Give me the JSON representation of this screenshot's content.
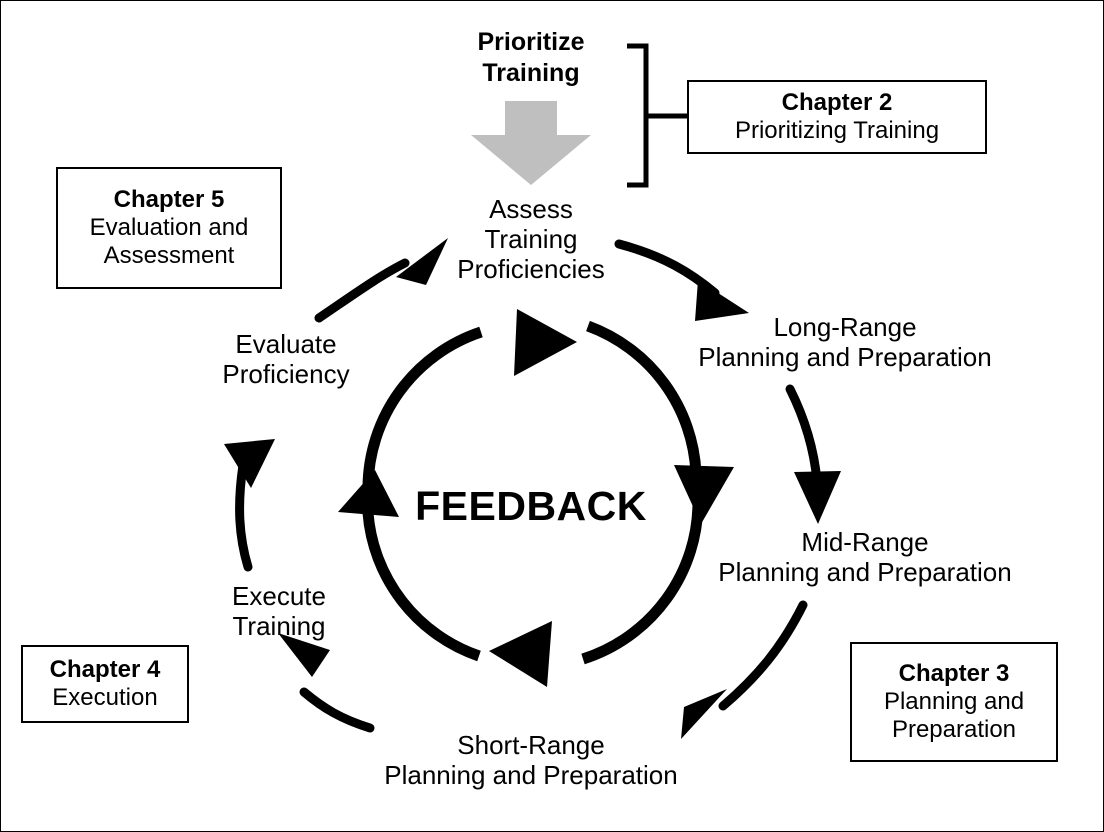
{
  "diagram": {
    "title_text": "Prioritize\nTraining",
    "center_label": "FEEDBACK",
    "colors": {
      "ink": "#000000",
      "paper": "#ffffff",
      "gray_arrow": "#bfbfbf"
    },
    "stages": [
      {
        "id": "assess",
        "label": "Assess\nTraining\nProficiencies"
      },
      {
        "id": "long-range",
        "label": "Long-Range\nPlanning and Preparation"
      },
      {
        "id": "mid-range",
        "label": "Mid-Range\nPlanning and Preparation"
      },
      {
        "id": "short-range",
        "label": "Short-Range\nPlanning and Preparation"
      },
      {
        "id": "execute",
        "label": "Execute\nTraining"
      },
      {
        "id": "evaluate",
        "label": "Evaluate\nProficiency"
      }
    ],
    "chapters": [
      {
        "id": "chapter-2",
        "title": "Chapter 2",
        "subtitle": "Prioritizing Training"
      },
      {
        "id": "chapter-3",
        "title": "Chapter 3",
        "subtitle": "Planning and\nPreparation"
      },
      {
        "id": "chapter-4",
        "title": "Chapter 4",
        "subtitle": "Execution"
      },
      {
        "id": "chapter-5",
        "title": "Chapter 5",
        "subtitle": "Evaluation and\nAssessment"
      }
    ]
  }
}
